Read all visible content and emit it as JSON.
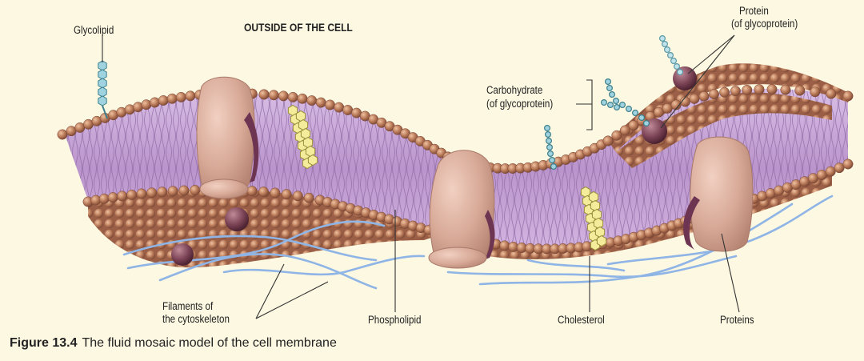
{
  "labels": {
    "glycolipid": "Glycolipid",
    "outside": "OUTSIDE OF THE CELL",
    "protein_line1": "Protein",
    "protein_line2": "(of glycoprotein)",
    "carb_line1": "Carbohydrate",
    "carb_line2": "(of glycoprotein)",
    "filaments_line1": "Filaments of",
    "filaments_line2": "the cytoskeleton",
    "phospholipid": "Phospholipid",
    "cholesterol": "Cholesterol",
    "proteins": "Proteins"
  },
  "caption": {
    "number": "Figure 13.4",
    "text": "The fluid mosaic model of the cell membrane"
  },
  "colors": {
    "background": "#fdf8e1",
    "head": "#b87a5a",
    "tail": "#c9a8d8",
    "protein": "#dcb0a0",
    "carbohydrate": "#9fd3df",
    "cholesterol": "#f4ec9a",
    "filament": "#8fb4e6"
  }
}
